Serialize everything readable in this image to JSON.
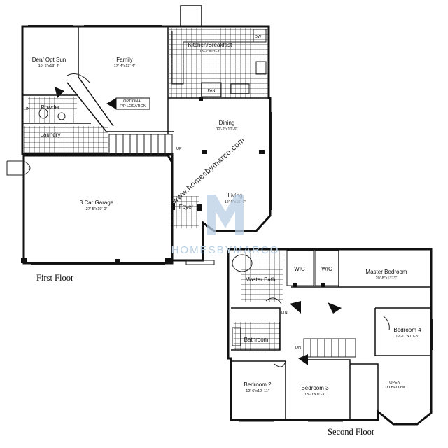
{
  "first_floor": {
    "caption": "First Floor",
    "rooms": {
      "den": {
        "name": "Den/ Opt Sun",
        "dim": "10'-6\"x13'-4\""
      },
      "family": {
        "name": "Family",
        "dim": "17'-4\"x13'-4\""
      },
      "kitchen": {
        "name": "Kitchen/Breakfast",
        "dim": "18'-2\"x13'-3\""
      },
      "dining": {
        "name": "Dining",
        "dim": "12'-2\"x10'-6\""
      },
      "living": {
        "name": "Living",
        "dim": "12'-0\"x15'-6\""
      },
      "garage": {
        "name": "3 Car Garage",
        "dim": "27'-5\"x19'-0\""
      },
      "foyer": {
        "name": "Foyer",
        "dim": ""
      },
      "powder": {
        "name": "Powder",
        "dim": ""
      },
      "laundry": {
        "name": "Laundry",
        "dim": ""
      }
    },
    "labels": {
      "fireplace_line1": "OPTIONAL",
      "fireplace_line2": "F/P LOCATION",
      "pan": "PAN",
      "dw": "DW",
      "lin": "LIN",
      "up": "UP"
    }
  },
  "second_floor": {
    "caption": "Second Floor",
    "rooms": {
      "master_bedroom": {
        "name": "Master Bedroom",
        "dim": "20'-8\"x13'-3\""
      },
      "master_bath": {
        "name": "Master Bath",
        "dim": ""
      },
      "wic1": {
        "name": "WIC",
        "dim": ""
      },
      "wic2": {
        "name": "WIC",
        "dim": ""
      },
      "bedroom4": {
        "name": "Bedroom 4",
        "dim": "12'-11\"x10'-8\""
      },
      "bathroom": {
        "name": "Bathroom",
        "dim": ""
      },
      "bedroom2": {
        "name": "Bedroom 2",
        "dim": "12'-6\"x12'-11\""
      },
      "bedroom3": {
        "name": "Bedroom 3",
        "dim": "13'-0\"x11'-3\""
      },
      "open_line1": "OPEN",
      "open_line2": "TO BELOW"
    },
    "labels": {
      "lin": "LIN",
      "dn": "DN"
    }
  },
  "watermark": {
    "url": "www.homesbymarco.com",
    "brand": "HOMESBYMARCO",
    "brand_color": "#b9cfe4"
  }
}
